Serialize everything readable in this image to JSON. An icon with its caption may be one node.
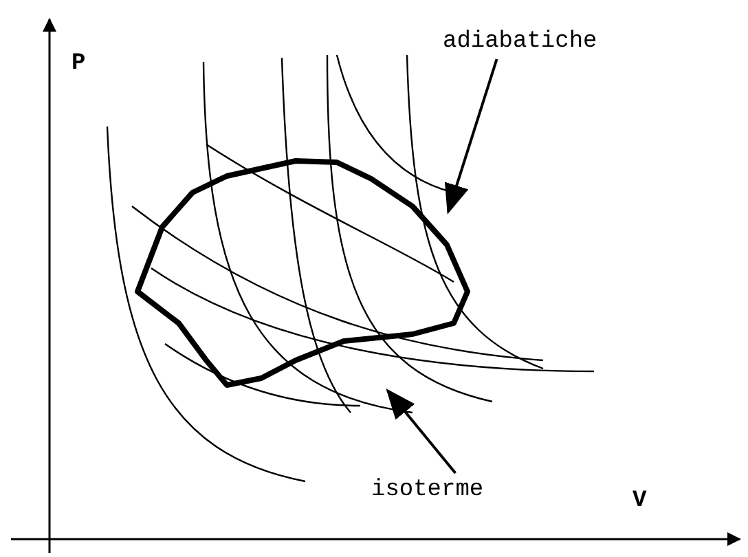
{
  "diagram": {
    "nodes": [
      {
        "text": [
          "adiabatiche"
        ]
      },
      {
        "text": [
          "isoterme"
        ]
      }
    ],
    "edges": [
      {
        "from": 0,
        "to": null,
        "arrow": "to"
      },
      {
        "from": 1,
        "to": null,
        "arrow": "to"
      }
    ],
    "labels": [
      "P",
      "V"
    ]
  }
}
